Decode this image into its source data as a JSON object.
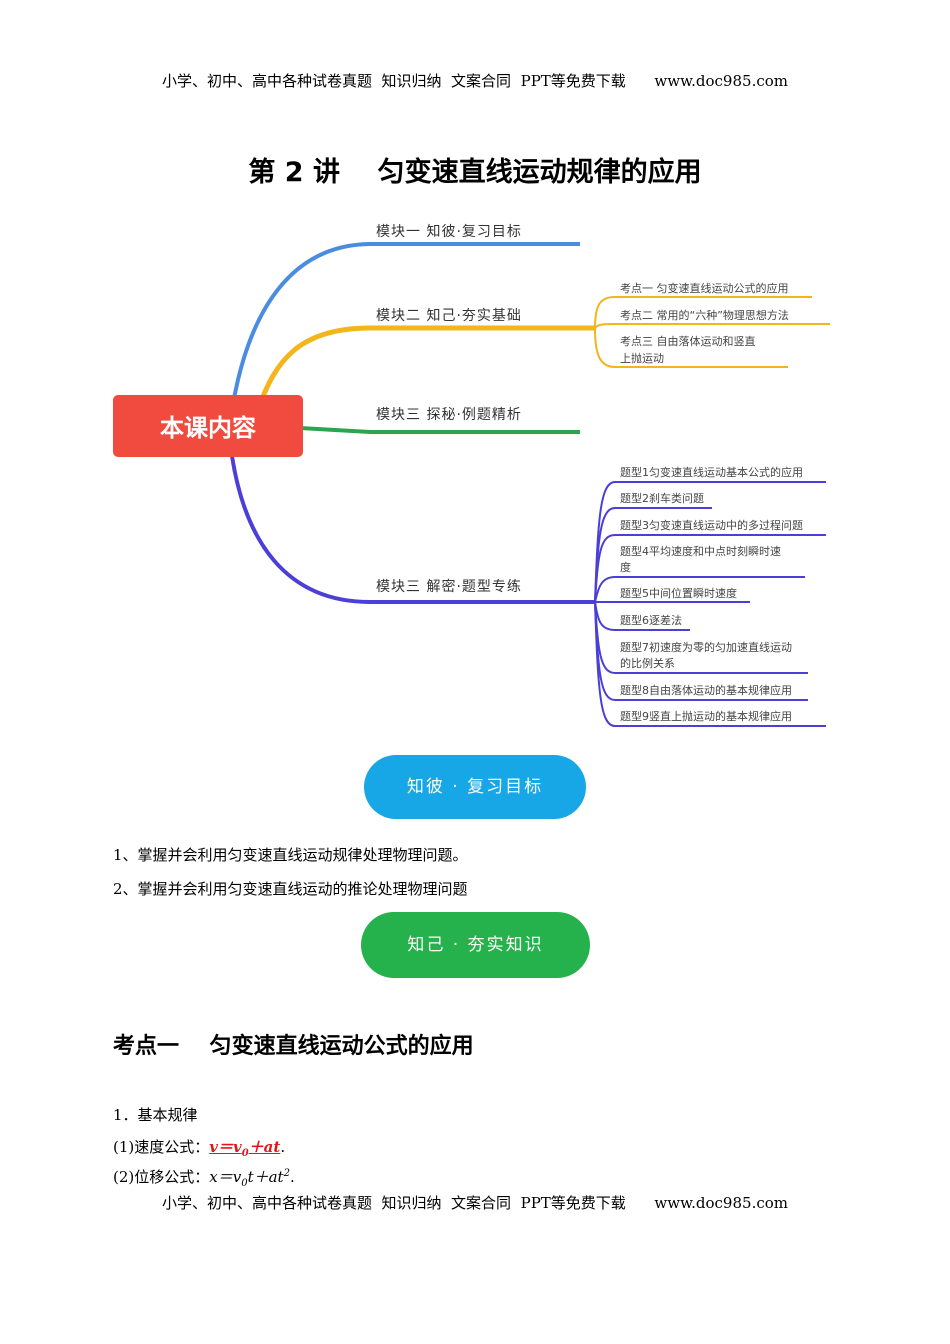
{
  "header": "小学、初中、高中各种试卷真题  知识归纳  文案合同  PPT等免费下载      www.doc985.com",
  "footer": "小学、初中、高中各种试卷真题  知识归纳  文案合同  PPT等免费下载      www.doc985.com",
  "title": "第 2 讲    匀变速直线运动规律的应用",
  "mindmap": {
    "center": "本课内容",
    "branches": [
      {
        "label": "模块一  知彼·复习目标",
        "color": "#4a8de0"
      },
      {
        "label": "模块二  知己·夯实基础",
        "color": "#f2b61c"
      },
      {
        "label": "模块三  探秘·例题精析",
        "color": "#2ea44f"
      },
      {
        "label": "模块三  解密·题型专练",
        "color": "#4b3fd8"
      }
    ],
    "branch2_items": [
      "考点一    匀变速直线运动公式的应用",
      "考点二    常用的“六种”物理思想方法",
      "考点三    自由落体运动和竖直",
      "上抛运动"
    ],
    "branch4_items": [
      "题型1匀变速直线运动基本公式的应用",
      "题型2刹车类问题",
      "题型3匀变速直线运动中的多过程问题",
      "题型4平均速度和中点时刻瞬时速",
      "度",
      "题型5中间位置瞬时速度",
      "题型6逐差法",
      "题型7初速度为零的匀加速直线运动",
      "的比例关系",
      "题型8自由落体运动的基本规律应用",
      "题型9竖直上抛运动的基本规律应用"
    ]
  },
  "pill_review": {
    "label": "知彼 · 复习目标",
    "color": "#18a7e6"
  },
  "goals": [
    "1、掌握并会利用匀变速直线运动规律处理物理问题。",
    "2、掌握并会利用匀变速直线运动的推论处理物理问题"
  ],
  "pill_basics": {
    "label": "知己 · 夯实知识",
    "color": "#25b14b"
  },
  "section_heading": "考点一    匀变速直线运动公式的应用",
  "basic_law": {
    "heading": "1．基本规律",
    "velocity_prefix": "(1)速度公式：",
    "velocity_formula": "v＝v0＋at",
    "velocity_suffix": ".",
    "displacement_prefix": "(2)位移公式：",
    "displacement_formula": "x＝v0t＋at2",
    "displacement_suffix": "."
  }
}
